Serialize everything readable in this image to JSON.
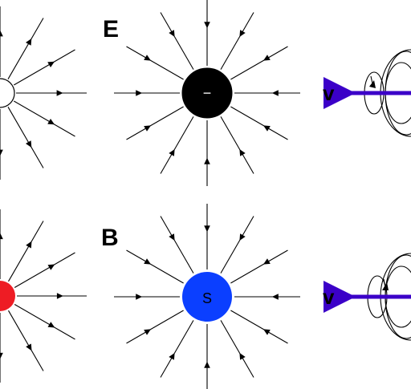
{
  "panels": {
    "electric_label": "E",
    "magnetic_label": "B",
    "electric_charge_sign": "−",
    "magnetic_pole_label": "S",
    "velocity_label_top": "v",
    "velocity_label_bottom": "v"
  },
  "colors": {
    "positive_charge": "#ffffff",
    "negative_charge": "#000000",
    "north_pole": "#ee1c24",
    "south_pole": "#0b3fff",
    "velocity_arrow": "#3b00c8",
    "lines": "#000000"
  }
}
